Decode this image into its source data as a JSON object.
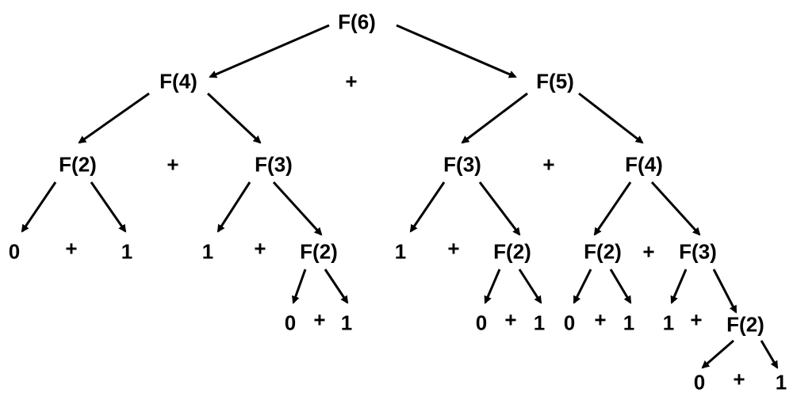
{
  "title": "Fibonacci recursion tree for F(6)",
  "nodes": {
    "f6": "F(6)",
    "l1": [
      "F(4)",
      "+",
      "F(5)"
    ],
    "l2": [
      "F(2)",
      "+",
      "F(3)",
      "F(3)",
      "+",
      "F(4)"
    ],
    "l3": [
      "0",
      "+",
      "1",
      "1",
      "+",
      "F(2)",
      "1",
      "+",
      "F(2)",
      "F(2)",
      "+",
      "F(3)"
    ],
    "l4": [
      "0",
      "+",
      "1",
      "0",
      "+",
      "1",
      "0",
      "+",
      "1",
      "1",
      "+",
      "F(2)"
    ],
    "l5": [
      "0",
      "+",
      "1"
    ]
  },
  "colors": {
    "ink": "#000000"
  }
}
